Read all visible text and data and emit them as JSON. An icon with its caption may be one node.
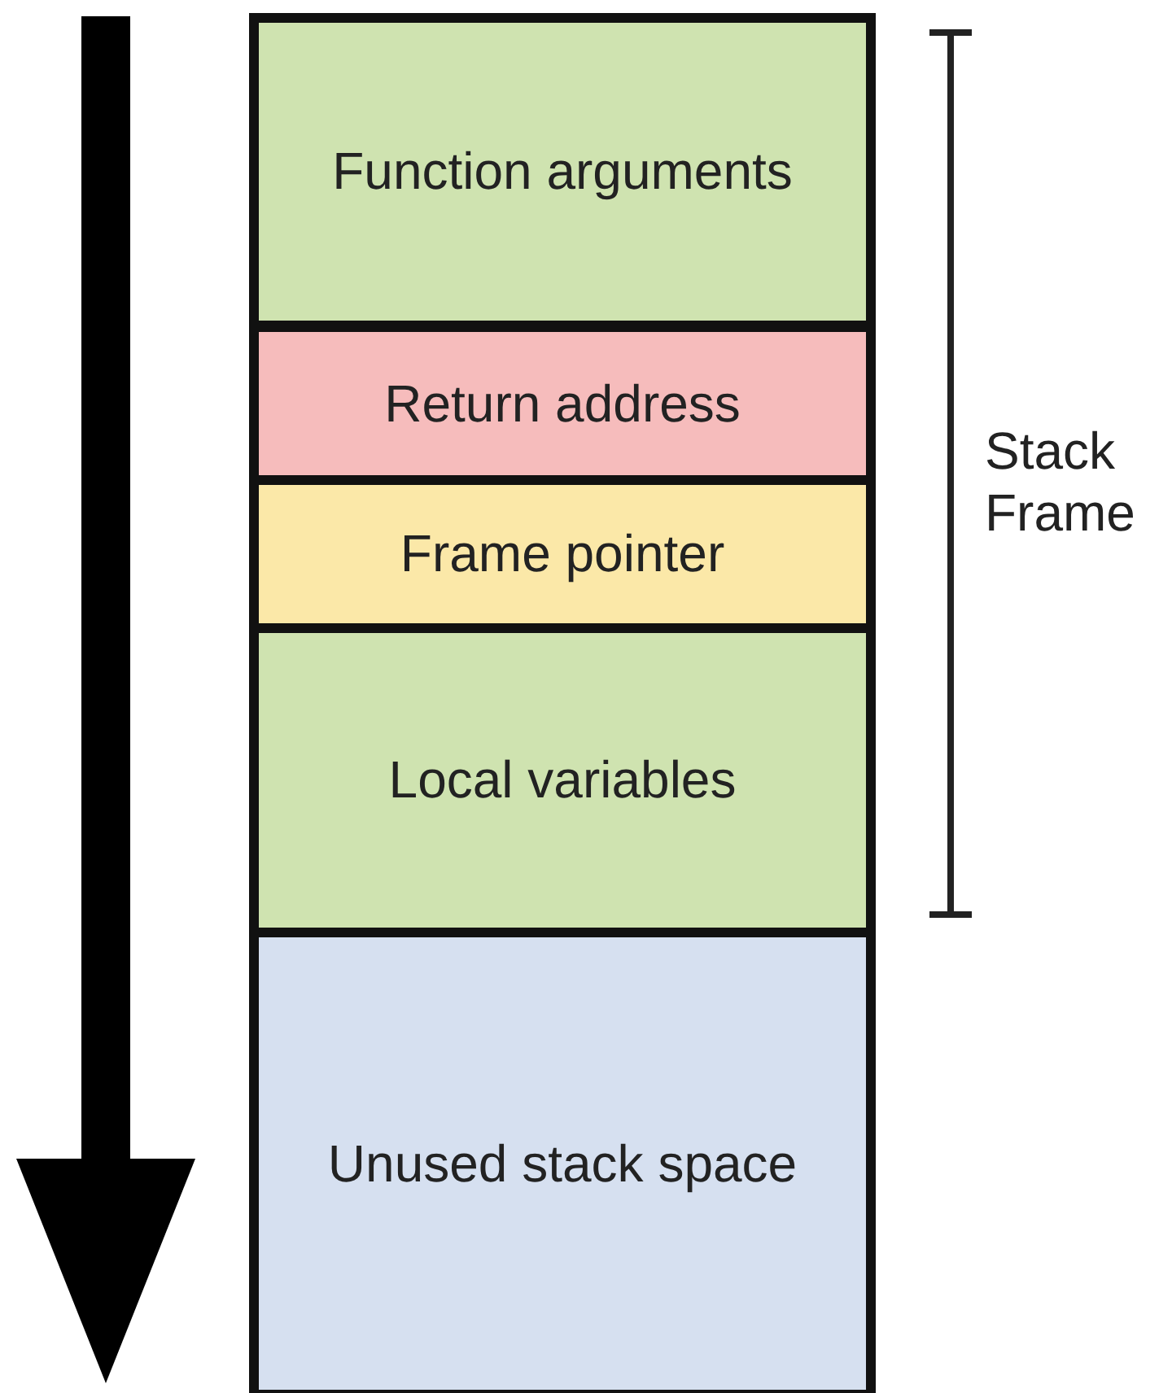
{
  "diagram": {
    "nodes": [
      {
        "text": [
          "Function arguments"
        ]
      },
      {
        "text": [
          "Return address"
        ]
      },
      {
        "text": [
          "Frame pointer"
        ]
      },
      {
        "text": [
          "Local variables"
        ]
      },
      {
        "text": [
          "Unused stack space"
        ]
      }
    ],
    "labels": [
      "Stack Frame"
    ]
  }
}
